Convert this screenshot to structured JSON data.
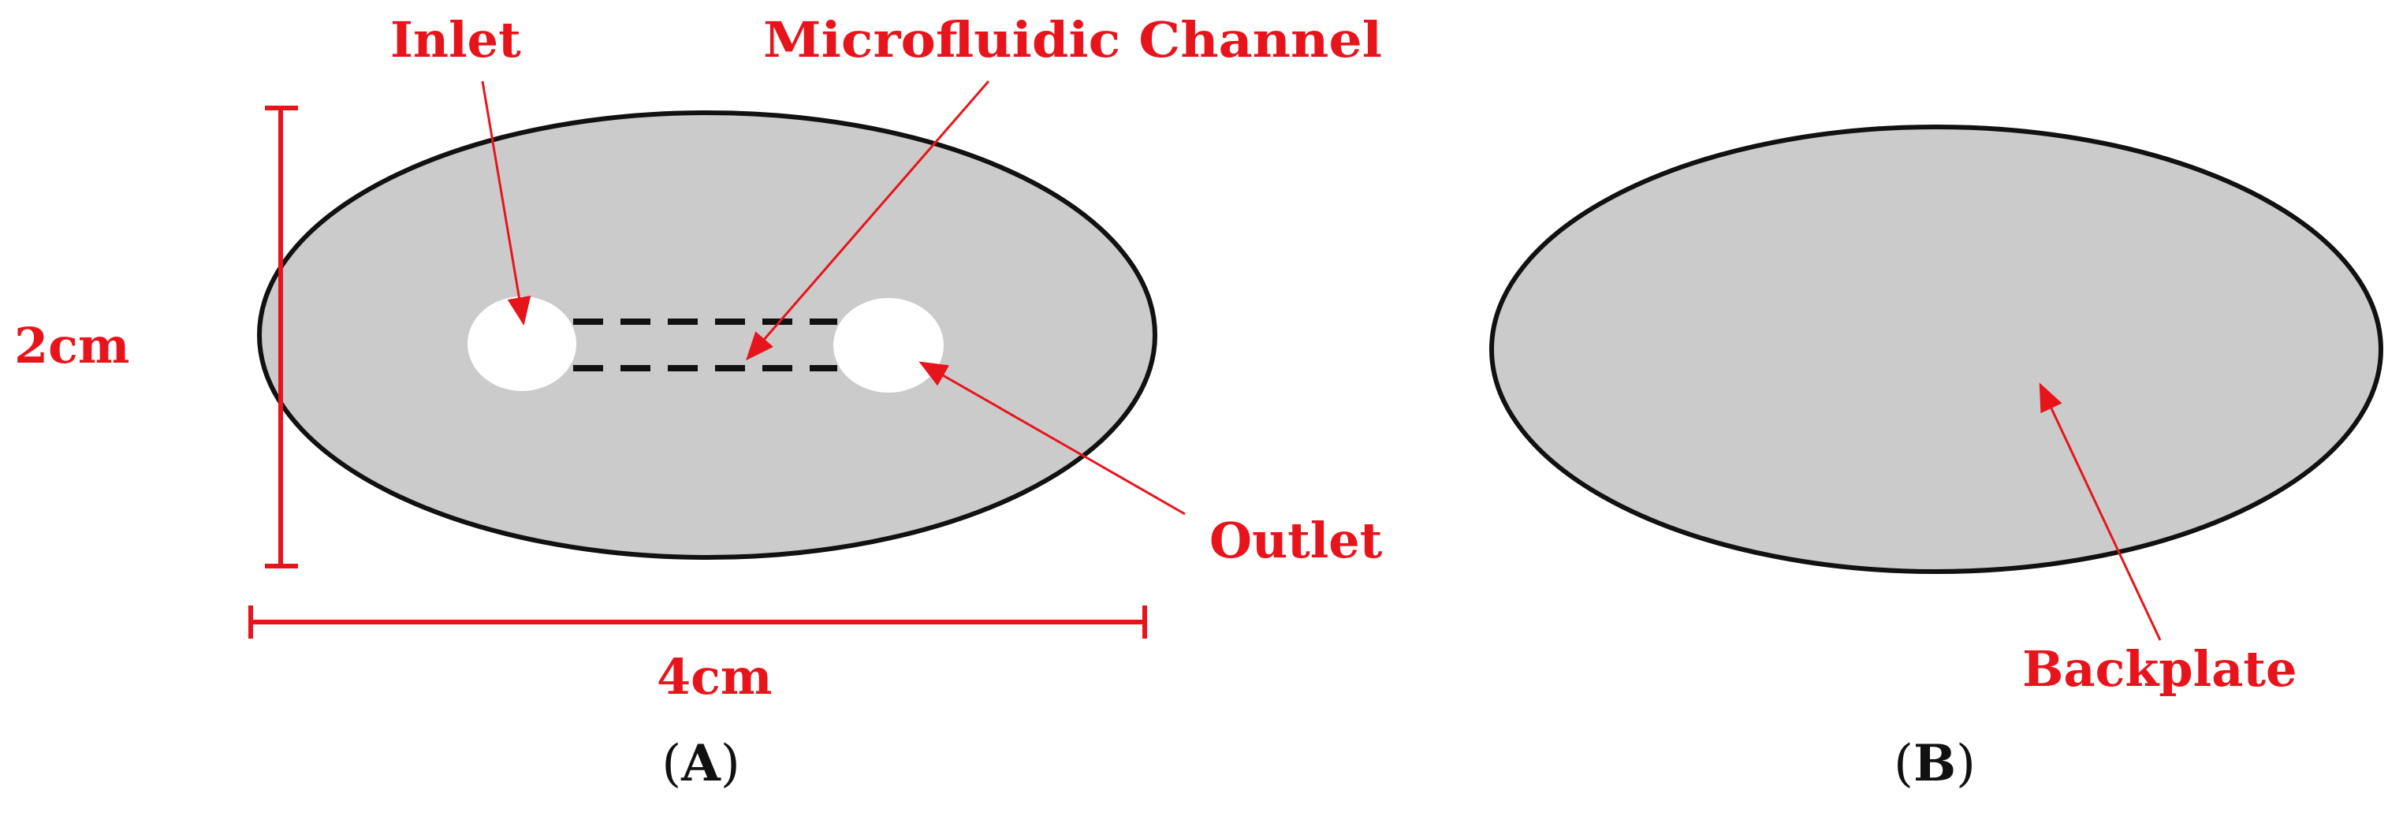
{
  "colors": {
    "label": "#e8141c",
    "body_fill": "#cbcbcb",
    "outline": "#111111",
    "port_fill": "#ffffff",
    "channel": "#111111",
    "caption": "#111111"
  },
  "panel_a": {
    "labels": {
      "inlet": "Inlet",
      "channel": "Microfluidic Channel",
      "outlet": "Outlet"
    },
    "dimensions": {
      "height": "2cm",
      "width": "4cm"
    },
    "caption": {
      "open": "(",
      "letter": "A",
      "close": ")"
    }
  },
  "panel_b": {
    "labels": {
      "backplate": "Backplate"
    },
    "caption": {
      "open": "(",
      "letter": "B",
      "close": ")"
    }
  }
}
